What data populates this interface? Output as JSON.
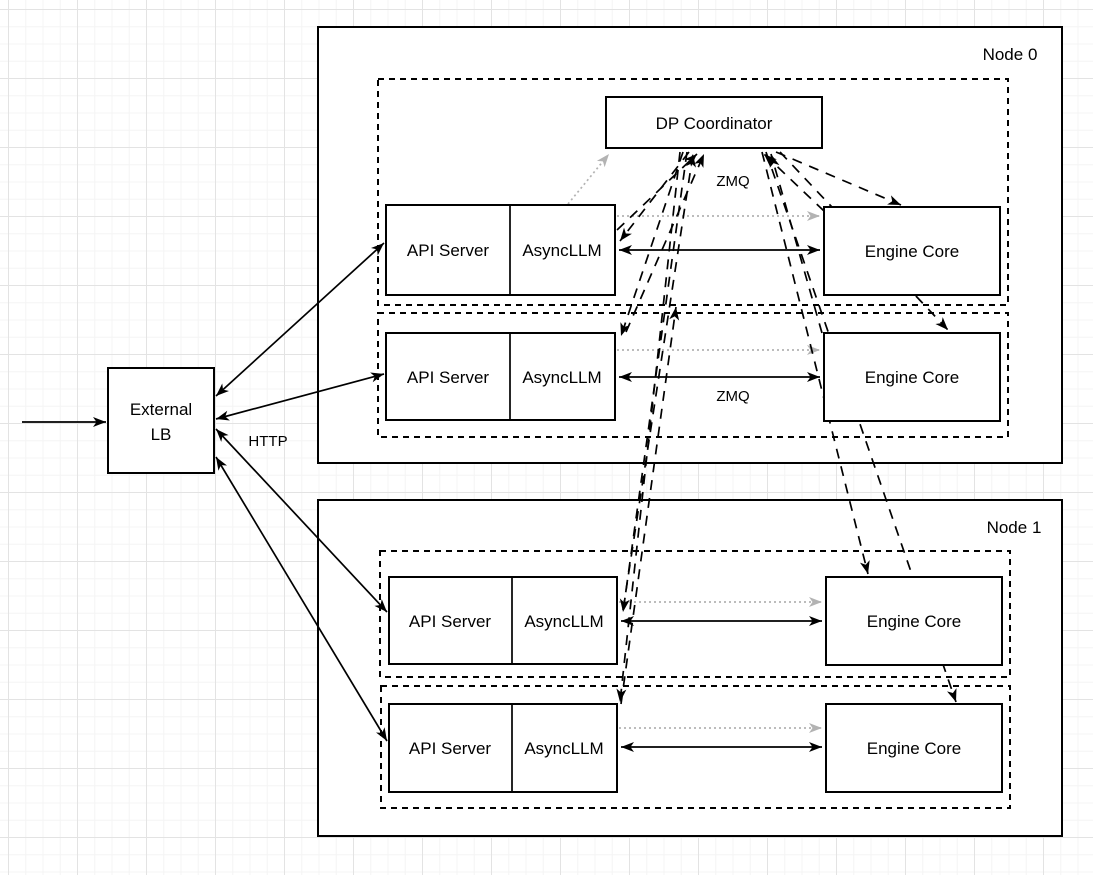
{
  "diagram": {
    "type": "architecture-diagram",
    "external_lb": {
      "line1": "External",
      "line2": "LB"
    },
    "dp_coordinator": {
      "label": "DP Coordinator"
    },
    "nodes": [
      {
        "label": "Node 0",
        "replicas": [
          {
            "api": "API Server",
            "async": "AsyncLLM",
            "engine": "Engine Core"
          },
          {
            "api": "API Server",
            "async": "AsyncLLM",
            "engine": "Engine Core"
          }
        ]
      },
      {
        "label": "Node 1",
        "replicas": [
          {
            "api": "API Server",
            "async": "AsyncLLM",
            "engine": "Engine Core"
          },
          {
            "api": "API Server",
            "async": "AsyncLLM",
            "engine": "Engine Core"
          }
        ]
      }
    ],
    "edge_labels": {
      "http": "HTTP",
      "zmq_coordinator": "ZMQ",
      "zmq_engine": "ZMQ"
    },
    "edges_semantic": [
      "client -> external-lb (solid)",
      "external-lb <-> each api-server (solid, HTTP)",
      "asyncllm <-> engine-core per replica (solid, ZMQ)",
      "asyncllm -> engine-core per replica (gray dotted)",
      "asyncllm(0,0) -> dp-coordinator (gray dotted)",
      "asyncllm <-> dp-coordinator (black dashed, ZMQ)",
      "dp-coordinator <-> engine-cores (black dashed)"
    ],
    "colors": {
      "stroke": "#000000",
      "dotted_gray": "#b3b3b3",
      "box_fill": "#ffffff",
      "grid_minor": "#f4f4f4",
      "grid_major": "#e3e3e3"
    }
  }
}
